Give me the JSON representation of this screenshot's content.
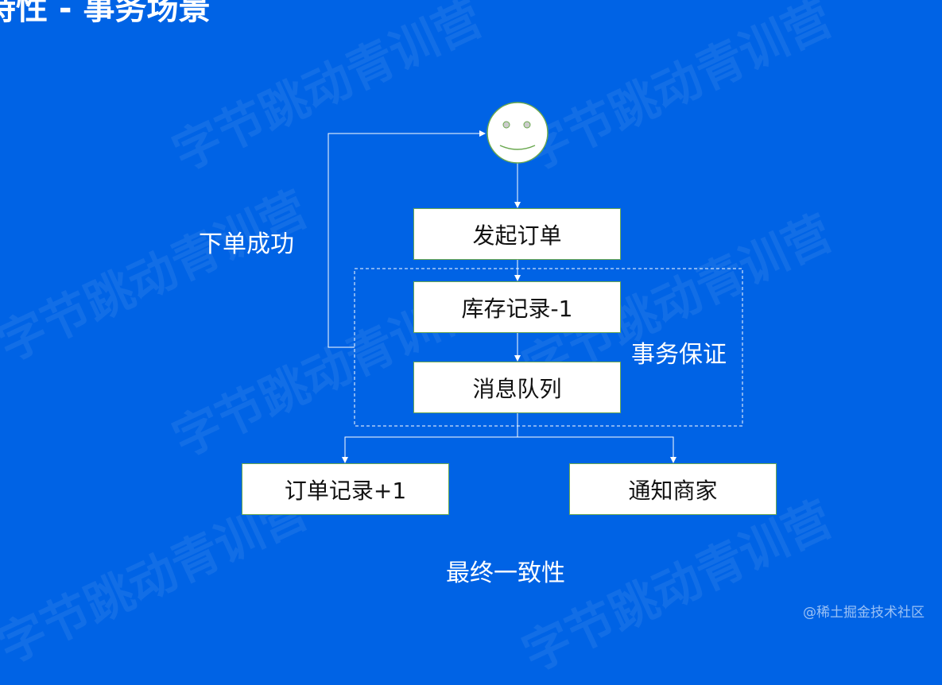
{
  "title": "特性 - 事务场景",
  "watermark": "字节跳动青训营",
  "corner_watermark": "@稀土掘金技术社区",
  "nodes": {
    "start": "发起订单",
    "inventory": "库存记录-1",
    "mq": "消息队列",
    "order": "订单记录+1",
    "notify": "通知商家"
  },
  "labels": {
    "success": "下单成功",
    "transaction": "事务保证",
    "eventual": "最终一致性"
  },
  "icons": {
    "user": "smiley-face-icon"
  },
  "colors": {
    "background": "#0063e5",
    "box_border": "#6aa84f"
  }
}
